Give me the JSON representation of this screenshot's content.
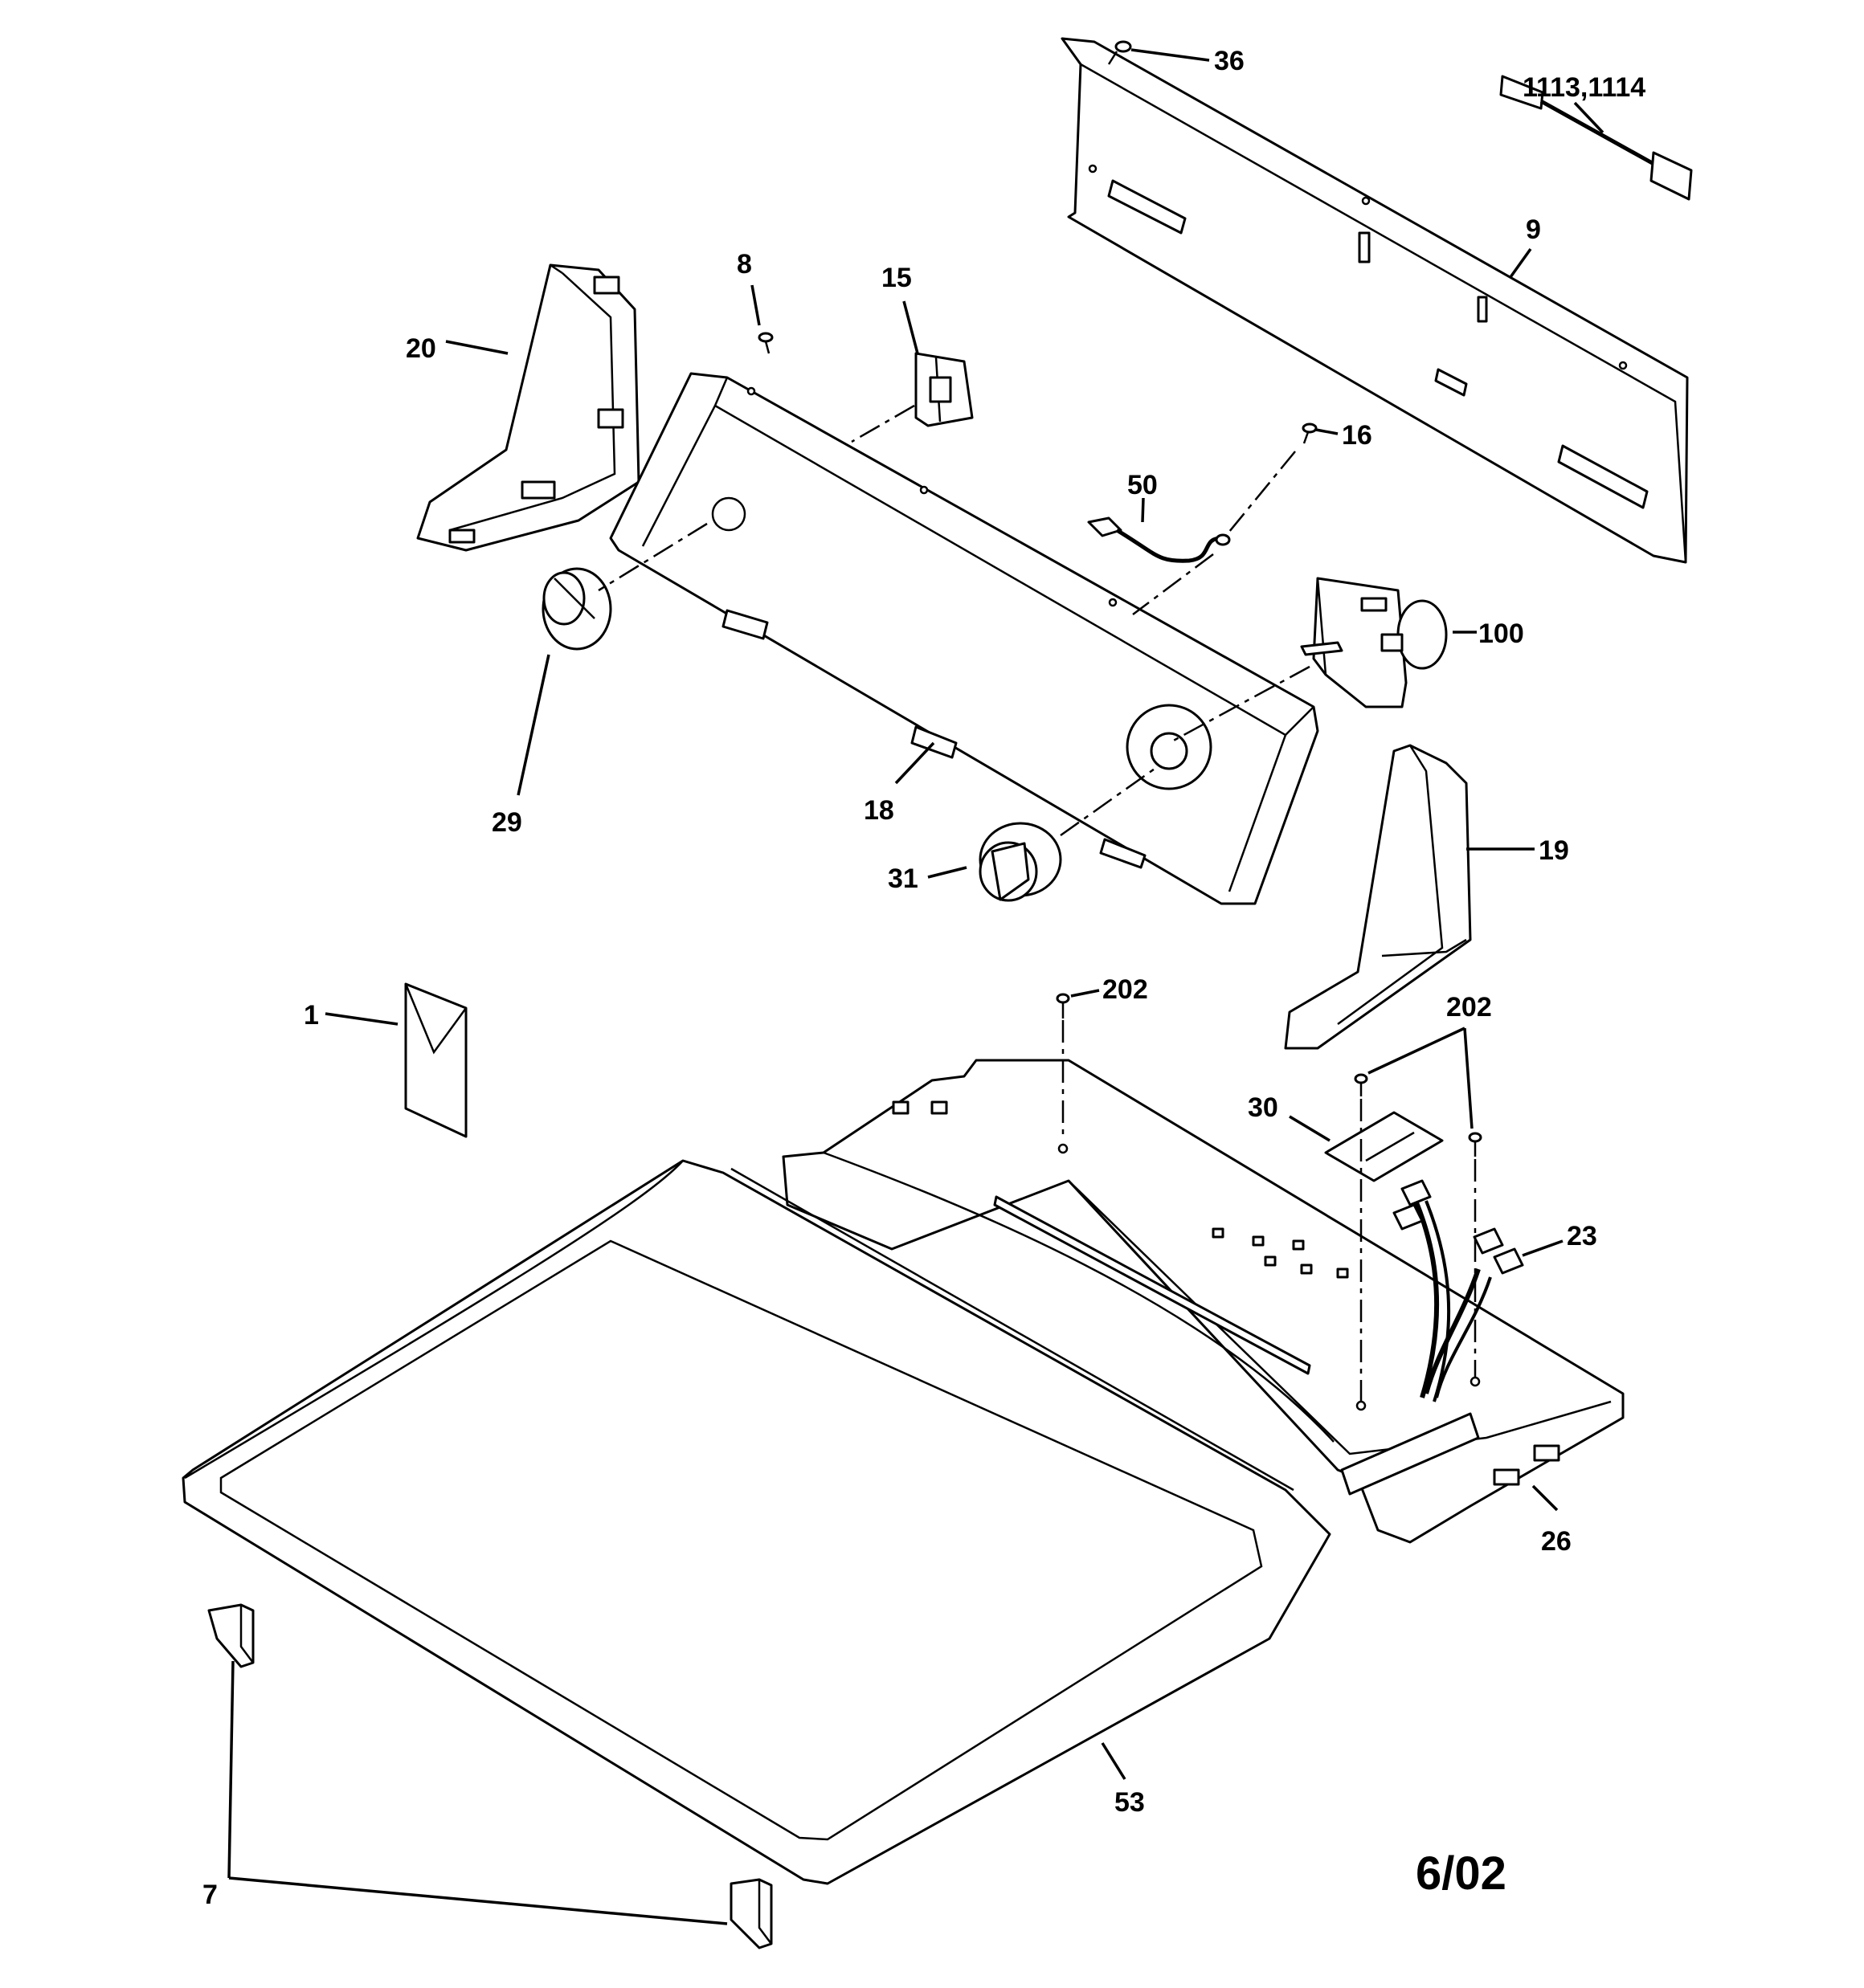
{
  "callouts": {
    "c36": "36",
    "c1113": "1113,1114",
    "c9": "9",
    "c8": "8",
    "c15": "15",
    "c20": "20",
    "c16": "16",
    "c50": "50",
    "c100": "100",
    "c29": "29",
    "c18": "18",
    "c31": "31",
    "c19": "19",
    "c202a": "202",
    "c202b": "202",
    "c1": "1",
    "c30": "30",
    "c23": "23",
    "c26": "26",
    "c53": "53",
    "c7": "7"
  },
  "date_stamp": "6/02"
}
